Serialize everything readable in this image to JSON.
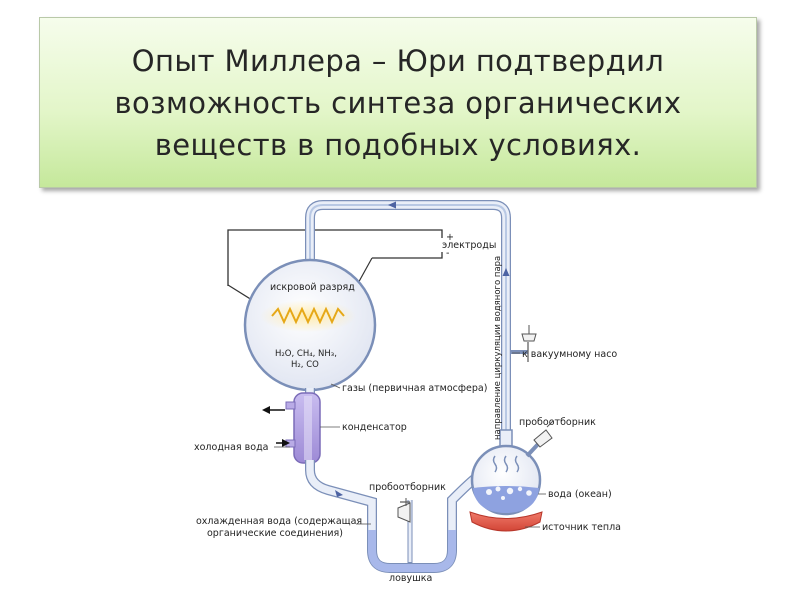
{
  "title": {
    "lines": [
      "Опыт Миллера – Юри подтвердил",
      "возможность синтеза органических",
      "веществ в подобных условиях."
    ]
  },
  "diagram": {
    "labels": {
      "electrodes": "электроды",
      "plus": "+",
      "minus": "-",
      "spark": "искровой разряд",
      "formula_line1": "H₂O, CH₄, NH₃,",
      "formula_line2": "H₂, CO",
      "gases": "газы (первичная атмосфера)",
      "condenser": "конденсатор",
      "cold_water": "холодная вода",
      "vacuum": "к вакуумному насо",
      "circulation": "направление циркуляции водяного пара",
      "sampler_right": "пробоотборник",
      "sampler_bottom": "пробоотборник",
      "water_ocean": "вода (океан)",
      "heat_source": "источник тепла",
      "cooled_water_line1": "охлажденная вода (содержащая",
      "cooled_water_line2": "органические соединения)",
      "trap": "ловушка"
    },
    "colors": {
      "tube": "#b8c8e4",
      "tube_edge": "#7b8fb8",
      "flask_fill": "#eceff7",
      "spark": "#e6a817",
      "water": "#8ea2e0",
      "heater": "#e0554a",
      "condenser": "#a895d8"
    }
  }
}
